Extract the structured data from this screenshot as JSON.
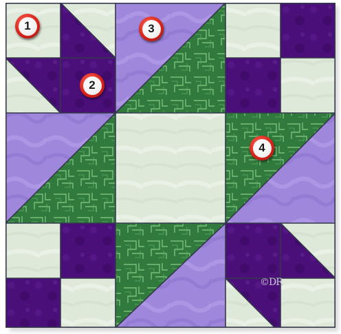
{
  "quilt_block": {
    "markers": [
      {
        "label": "1"
      },
      {
        "label": "2"
      },
      {
        "label": "3"
      },
      {
        "label": "4"
      }
    ],
    "signature_text": "©DR"
  },
  "colors": {
    "background_light": "#dfe9d9",
    "dark_purple": "#4b0f7a",
    "lavender": "#9f87dc",
    "green": "#2f7a3c",
    "seam": "#33384a"
  }
}
